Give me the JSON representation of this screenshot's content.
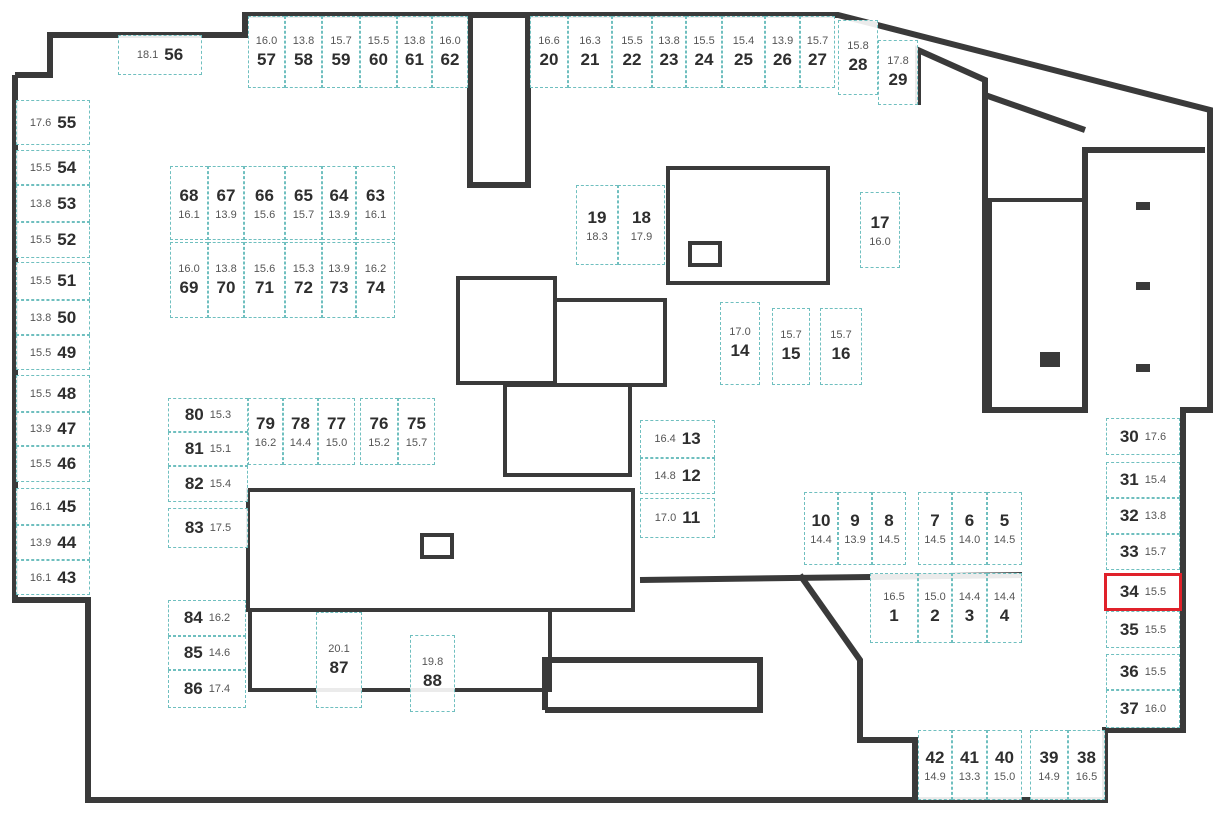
{
  "title": "Parking floor plan",
  "highlighted_spot": "34",
  "colors": {
    "wall": "#3a3a3a",
    "spot_border": "#6fbfbf",
    "highlight": "#e0212a"
  },
  "spots": [
    {
      "id": "56",
      "area": "18.1"
    },
    {
      "id": "57",
      "area": "16.0"
    },
    {
      "id": "58",
      "area": "13.8"
    },
    {
      "id": "59",
      "area": "15.7"
    },
    {
      "id": "60",
      "area": "15.5"
    },
    {
      "id": "61",
      "area": "13.8"
    },
    {
      "id": "62",
      "area": "16.0"
    },
    {
      "id": "20",
      "area": "16.6"
    },
    {
      "id": "21",
      "area": "16.3"
    },
    {
      "id": "22",
      "area": "15.5"
    },
    {
      "id": "23",
      "area": "13.8"
    },
    {
      "id": "24",
      "area": "15.5"
    },
    {
      "id": "25",
      "area": "15.4"
    },
    {
      "id": "26",
      "area": "13.9"
    },
    {
      "id": "27",
      "area": "15.7"
    },
    {
      "id": "28",
      "area": "15.8"
    },
    {
      "id": "29",
      "area": "17.8"
    },
    {
      "id": "55",
      "area": "17.6"
    },
    {
      "id": "54",
      "area": "15.5"
    },
    {
      "id": "53",
      "area": "13.8"
    },
    {
      "id": "52",
      "area": "15.5"
    },
    {
      "id": "51",
      "area": "15.5"
    },
    {
      "id": "50",
      "area": "13.8"
    },
    {
      "id": "49",
      "area": "15.5"
    },
    {
      "id": "48",
      "area": "15.5"
    },
    {
      "id": "47",
      "area": "13.9"
    },
    {
      "id": "46",
      "area": "15.5"
    },
    {
      "id": "45",
      "area": "16.1"
    },
    {
      "id": "44",
      "area": "13.9"
    },
    {
      "id": "43",
      "area": "16.1"
    },
    {
      "id": "68",
      "area": "16.1"
    },
    {
      "id": "67",
      "area": "13.9"
    },
    {
      "id": "66",
      "area": "15.6"
    },
    {
      "id": "65",
      "area": "15.7"
    },
    {
      "id": "64",
      "area": "13.9"
    },
    {
      "id": "63",
      "area": "16.1"
    },
    {
      "id": "69",
      "area": "16.0"
    },
    {
      "id": "70",
      "area": "13.8"
    },
    {
      "id": "71",
      "area": "15.6"
    },
    {
      "id": "72",
      "area": "15.3"
    },
    {
      "id": "73",
      "area": "13.9"
    },
    {
      "id": "74",
      "area": "16.2"
    },
    {
      "id": "19",
      "area": "18.3"
    },
    {
      "id": "18",
      "area": "17.9"
    },
    {
      "id": "17",
      "area": "16.0"
    },
    {
      "id": "14",
      "area": "17.0"
    },
    {
      "id": "15",
      "area": "15.7"
    },
    {
      "id": "16",
      "area": "15.7"
    },
    {
      "id": "80",
      "area": "15.3"
    },
    {
      "id": "81",
      "area": "15.1"
    },
    {
      "id": "82",
      "area": "15.4"
    },
    {
      "id": "83",
      "area": "17.5"
    },
    {
      "id": "79",
      "area": "16.2"
    },
    {
      "id": "78",
      "area": "14.4"
    },
    {
      "id": "77",
      "area": "15.0"
    },
    {
      "id": "76",
      "area": "15.2"
    },
    {
      "id": "75",
      "area": "15.7"
    },
    {
      "id": "13",
      "area": "16.4"
    },
    {
      "id": "12",
      "area": "14.8"
    },
    {
      "id": "11",
      "area": "17.0"
    },
    {
      "id": "10",
      "area": "14.4"
    },
    {
      "id": "9",
      "area": "13.9"
    },
    {
      "id": "8",
      "area": "14.5"
    },
    {
      "id": "7",
      "area": "14.5"
    },
    {
      "id": "6",
      "area": "14.0"
    },
    {
      "id": "5",
      "area": "14.5"
    },
    {
      "id": "1",
      "area": "16.5"
    },
    {
      "id": "2",
      "area": "15.0"
    },
    {
      "id": "3",
      "area": "14.4"
    },
    {
      "id": "4",
      "area": "14.4"
    },
    {
      "id": "30",
      "area": "17.6"
    },
    {
      "id": "31",
      "area": "15.4"
    },
    {
      "id": "32",
      "area": "13.8"
    },
    {
      "id": "33",
      "area": "15.7"
    },
    {
      "id": "34",
      "area": "15.5"
    },
    {
      "id": "35",
      "area": "15.5"
    },
    {
      "id": "36",
      "area": "15.5"
    },
    {
      "id": "37",
      "area": "16.0"
    },
    {
      "id": "84",
      "area": "16.2"
    },
    {
      "id": "85",
      "area": "14.6"
    },
    {
      "id": "86",
      "area": "17.4"
    },
    {
      "id": "87",
      "area": "20.1"
    },
    {
      "id": "88",
      "area": "19.8"
    },
    {
      "id": "42",
      "area": "14.9"
    },
    {
      "id": "41",
      "area": "13.3"
    },
    {
      "id": "40",
      "area": "15.0"
    },
    {
      "id": "39",
      "area": "14.9"
    },
    {
      "id": "38",
      "area": "16.5"
    }
  ]
}
